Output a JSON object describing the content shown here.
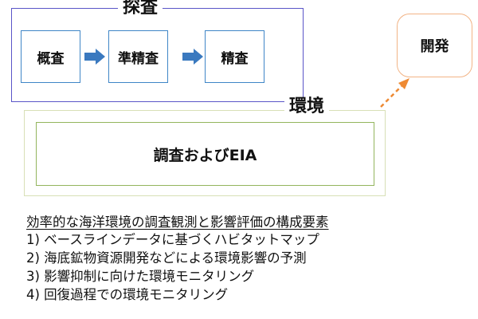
{
  "exploration": {
    "title": "探査",
    "stages": [
      "概査",
      "準精査",
      "精査"
    ]
  },
  "environment": {
    "title": "環境",
    "box_label": "調査およびEIA"
  },
  "development": {
    "label": "開発"
  },
  "notes": {
    "heading": "効率的な海洋環境の調査観測と影響評価の構成要素",
    "items": [
      "1) ベースラインデータに基づくハビタットマップ",
      "2) 海底鉱物資源開発などによる環境影響の予測",
      "3) 影響抑制に向けた環境モニタリング",
      "4) 回復過程での環境モニタリング"
    ]
  },
  "colors": {
    "exploration_border": "#5a55c8",
    "stage_border": "#3f86c7",
    "stage_arrow": "#3a79bf",
    "environment_outer_border": "#d8e0b6",
    "eia_border": "#93b55d",
    "development_border": "#f2b486",
    "development_arrow": "#ee8a33"
  }
}
